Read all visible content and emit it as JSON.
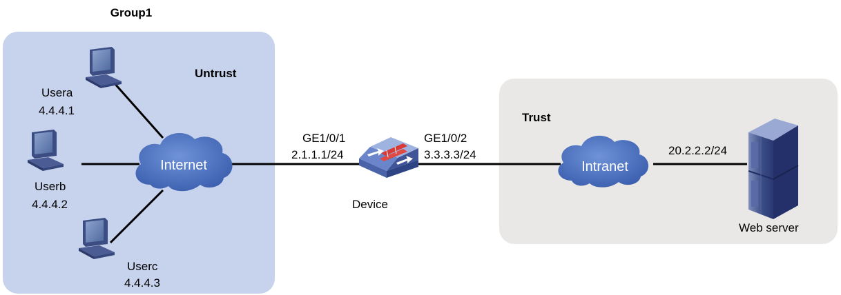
{
  "colors": {
    "untrust_zone": "#c7d3ec",
    "trust_zone": "#e9e8e6",
    "cloud": "#4a6fbe",
    "link": "#000000"
  },
  "group_label": "Group1",
  "zones": {
    "untrust": {
      "label": "Untrust"
    },
    "trust": {
      "label": "Trust"
    }
  },
  "hosts": [
    {
      "name": "Usera",
      "ip": "4.4.4.1",
      "icon": "pc-icon"
    },
    {
      "name": "Userb",
      "ip": "4.4.4.2",
      "icon": "pc-icon"
    },
    {
      "name": "Userc",
      "ip": "4.4.4.3",
      "icon": "pc-icon"
    }
  ],
  "clouds": {
    "internet": "Internet",
    "intranet": "Intranet"
  },
  "device": {
    "name": "Device",
    "icon": "firewall-icon",
    "port_left": {
      "name": "GE1/0/1",
      "ip": "2.1.1.1/24"
    },
    "port_right": {
      "name": "GE1/0/2",
      "ip": "3.3.3.3/24"
    }
  },
  "server": {
    "name": "Web server",
    "ip": "20.2.2.2/24",
    "icon": "server-icon"
  }
}
